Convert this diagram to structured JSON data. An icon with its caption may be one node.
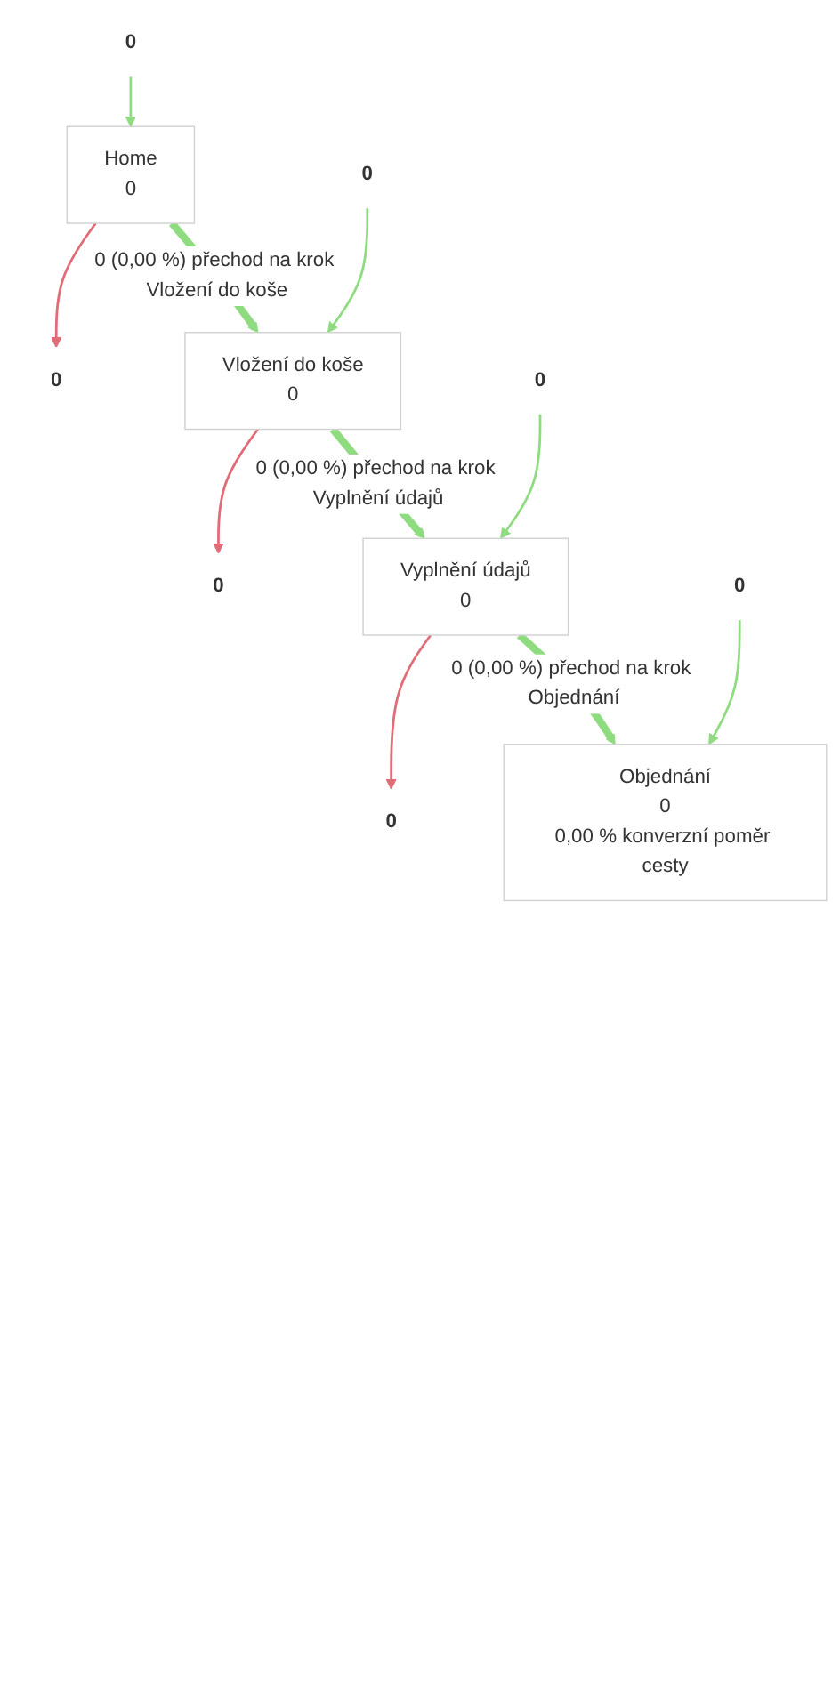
{
  "diagram": {
    "nodes": [
      {
        "text": [
          "Home",
          "0"
        ]
      },
      {
        "text": [
          "0"
        ]
      },
      {
        "text": [
          "0"
        ]
      },
      {
        "text": [
          "Vložení do koše",
          "0"
        ]
      },
      {
        "text": [
          "0"
        ]
      },
      {
        "text": [
          "0"
        ]
      },
      {
        "text": [
          "Vyplnění údajů",
          "0"
        ]
      },
      {
        "text": [
          "0"
        ]
      },
      {
        "text": [
          "0"
        ]
      },
      {
        "text": [
          "Objednání",
          "0",
          "0,00 % konverzní poměr cesty"
        ]
      },
      {
        "text": [
          "0"
        ]
      }
    ],
    "edges": [
      {
        "from": 1,
        "to": 0,
        "arrow": "to"
      },
      {
        "from": 0,
        "to": 2,
        "arrow": "to",
        "color": "#e06c78"
      },
      {
        "from": 0,
        "to": 3,
        "arrow": "to",
        "style": "thick",
        "label": "0 (0,00 %) přechod na krok Vložení do koše"
      },
      {
        "from": 4,
        "to": 3,
        "arrow": "to"
      },
      {
        "from": 3,
        "to": 5,
        "arrow": "to",
        "color": "#e06c78"
      },
      {
        "from": 3,
        "to": 6,
        "arrow": "to",
        "style": "thick",
        "label": "0 (0,00 %) přechod na krok Vyplnění údajů"
      },
      {
        "from": 7,
        "to": 6,
        "arrow": "to"
      },
      {
        "from": 6,
        "to": 8,
        "arrow": "to",
        "color": "#e06c78"
      },
      {
        "from": 6,
        "to": 9,
        "arrow": "to",
        "style": "thick",
        "label": "0 (0,00 %) přechod na krok Objednání"
      },
      {
        "from": 10,
        "to": 9,
        "arrow": "to"
      }
    ]
  }
}
